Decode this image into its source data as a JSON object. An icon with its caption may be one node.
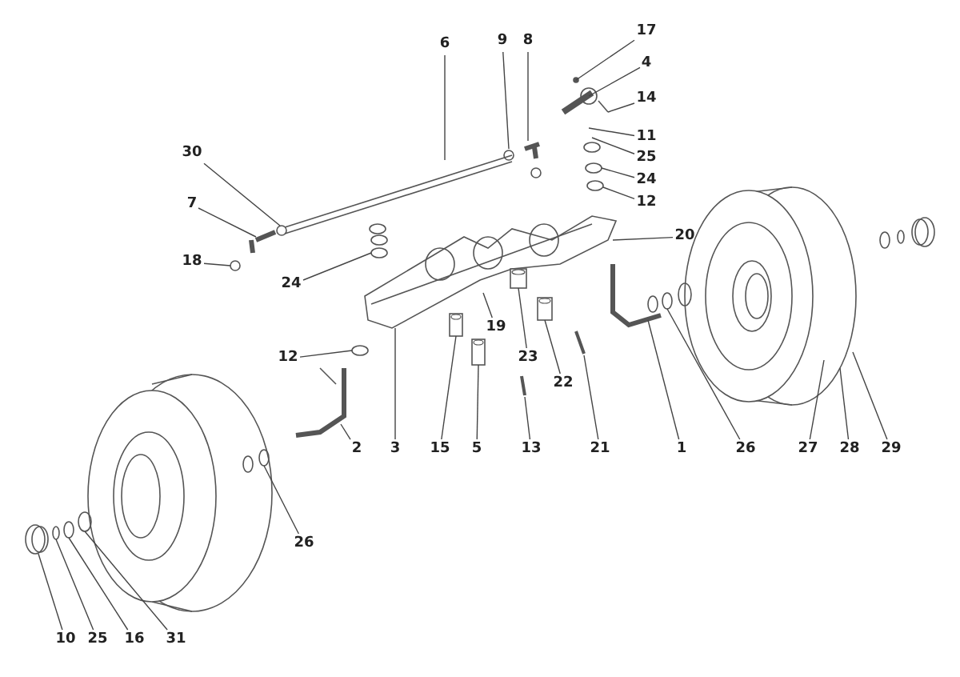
{
  "diagram": {
    "nodes": [
      {
        "text": [
          "17"
        ]
      },
      {
        "text": [
          "6"
        ]
      },
      {
        "text": [
          "9"
        ]
      },
      {
        "text": [
          "8"
        ]
      },
      {
        "text": [
          "4"
        ]
      },
      {
        "text": [
          "14"
        ]
      },
      {
        "text": [
          "11"
        ]
      },
      {
        "text": [
          "30"
        ]
      },
      {
        "text": [
          "25"
        ]
      },
      {
        "text": [
          "24"
        ]
      },
      {
        "text": [
          "7"
        ]
      },
      {
        "text": [
          "12"
        ]
      },
      {
        "text": [
          "20"
        ]
      },
      {
        "text": [
          "18"
        ]
      },
      {
        "text": [
          "24"
        ]
      },
      {
        "text": [
          "19"
        ]
      },
      {
        "text": [
          "23"
        ]
      },
      {
        "text": [
          "12"
        ]
      },
      {
        "text": [
          "22"
        ]
      },
      {
        "text": [
          "2"
        ]
      },
      {
        "text": [
          "3"
        ]
      },
      {
        "text": [
          "15"
        ]
      },
      {
        "text": [
          "5"
        ]
      },
      {
        "text": [
          "13"
        ]
      },
      {
        "text": [
          "21"
        ]
      },
      {
        "text": [
          "1"
        ]
      },
      {
        "text": [
          "26"
        ]
      },
      {
        "text": [
          "27"
        ]
      },
      {
        "text": [
          "28"
        ]
      },
      {
        "text": [
          "29"
        ]
      },
      {
        "text": [
          "26"
        ]
      },
      {
        "text": [
          "10"
        ]
      },
      {
        "text": [
          "25"
        ]
      },
      {
        "text": [
          "16"
        ]
      },
      {
        "text": [
          "31"
        ]
      },
      {
        "text": [],
        "shape": "cylinder"
      },
      {
        "text": [],
        "shape": "cylinder"
      },
      {
        "text": [],
        "shape": "cylinder"
      },
      {
        "text": [],
        "shape": "cylinder"
      },
      {
        "text": [],
        "shape": "bar"
      },
      {
        "text": [],
        "shape": "bar"
      }
    ],
    "edges": [
      {
        "from": 0,
        "to": null,
        "arrow": "none"
      },
      {
        "from": 1,
        "to": null,
        "arrow": "none"
      },
      {
        "from": 2,
        "to": null,
        "arrow": "none"
      },
      {
        "from": 3,
        "to": null,
        "arrow": "none"
      },
      {
        "from": 4,
        "to": null,
        "arrow": "none"
      },
      {
        "from": 5,
        "to": null,
        "arrow": "none"
      },
      {
        "from": 6,
        "to": null,
        "arrow": "none"
      },
      {
        "from": 7,
        "to": null,
        "arrow": "none"
      },
      {
        "from": 8,
        "to": null,
        "arrow": "none"
      },
      {
        "from": 9,
        "to": null,
        "arrow": "none"
      },
      {
        "from": 10,
        "to": null,
        "arrow": "none"
      },
      {
        "from": 11,
        "to": null,
        "arrow": "none"
      },
      {
        "from": 12,
        "to": null,
        "arrow": "none"
      },
      {
        "from": 13,
        "to": null,
        "arrow": "none"
      },
      {
        "from": 14,
        "to": null,
        "arrow": "none"
      },
      {
        "from": 15,
        "to": null,
        "arrow": "none"
      },
      {
        "from": 16,
        "to": 35,
        "arrow": "none"
      },
      {
        "from": 17,
        "to": null,
        "arrow": "none"
      },
      {
        "from": 18,
        "to": 36,
        "arrow": "none"
      },
      {
        "from": 19,
        "to": null,
        "arrow": "none"
      },
      {
        "from": 20,
        "to": null,
        "arrow": "none"
      },
      {
        "from": 21,
        "to": 37,
        "arrow": "none"
      },
      {
        "from": 22,
        "to": 38,
        "arrow": "none"
      },
      {
        "from": 23,
        "to": 39,
        "arrow": "none"
      },
      {
        "from": 24,
        "to": 40,
        "arrow": "none"
      },
      {
        "from": 25,
        "to": null,
        "arrow": "none"
      },
      {
        "from": 26,
        "to": null,
        "arrow": "none"
      },
      {
        "from": 27,
        "to": null,
        "arrow": "none"
      },
      {
        "from": 28,
        "to": null,
        "arrow": "none"
      },
      {
        "from": 29,
        "to": null,
        "arrow": "none"
      },
      {
        "from": 30,
        "to": null,
        "arrow": "none"
      },
      {
        "from": 31,
        "to": null,
        "arrow": "none"
      },
      {
        "from": 32,
        "to": null,
        "arrow": "none"
      },
      {
        "from": 33,
        "to": null,
        "arrow": "none"
      },
      {
        "from": 34,
        "to": null,
        "arrow": "none"
      }
    ]
  }
}
